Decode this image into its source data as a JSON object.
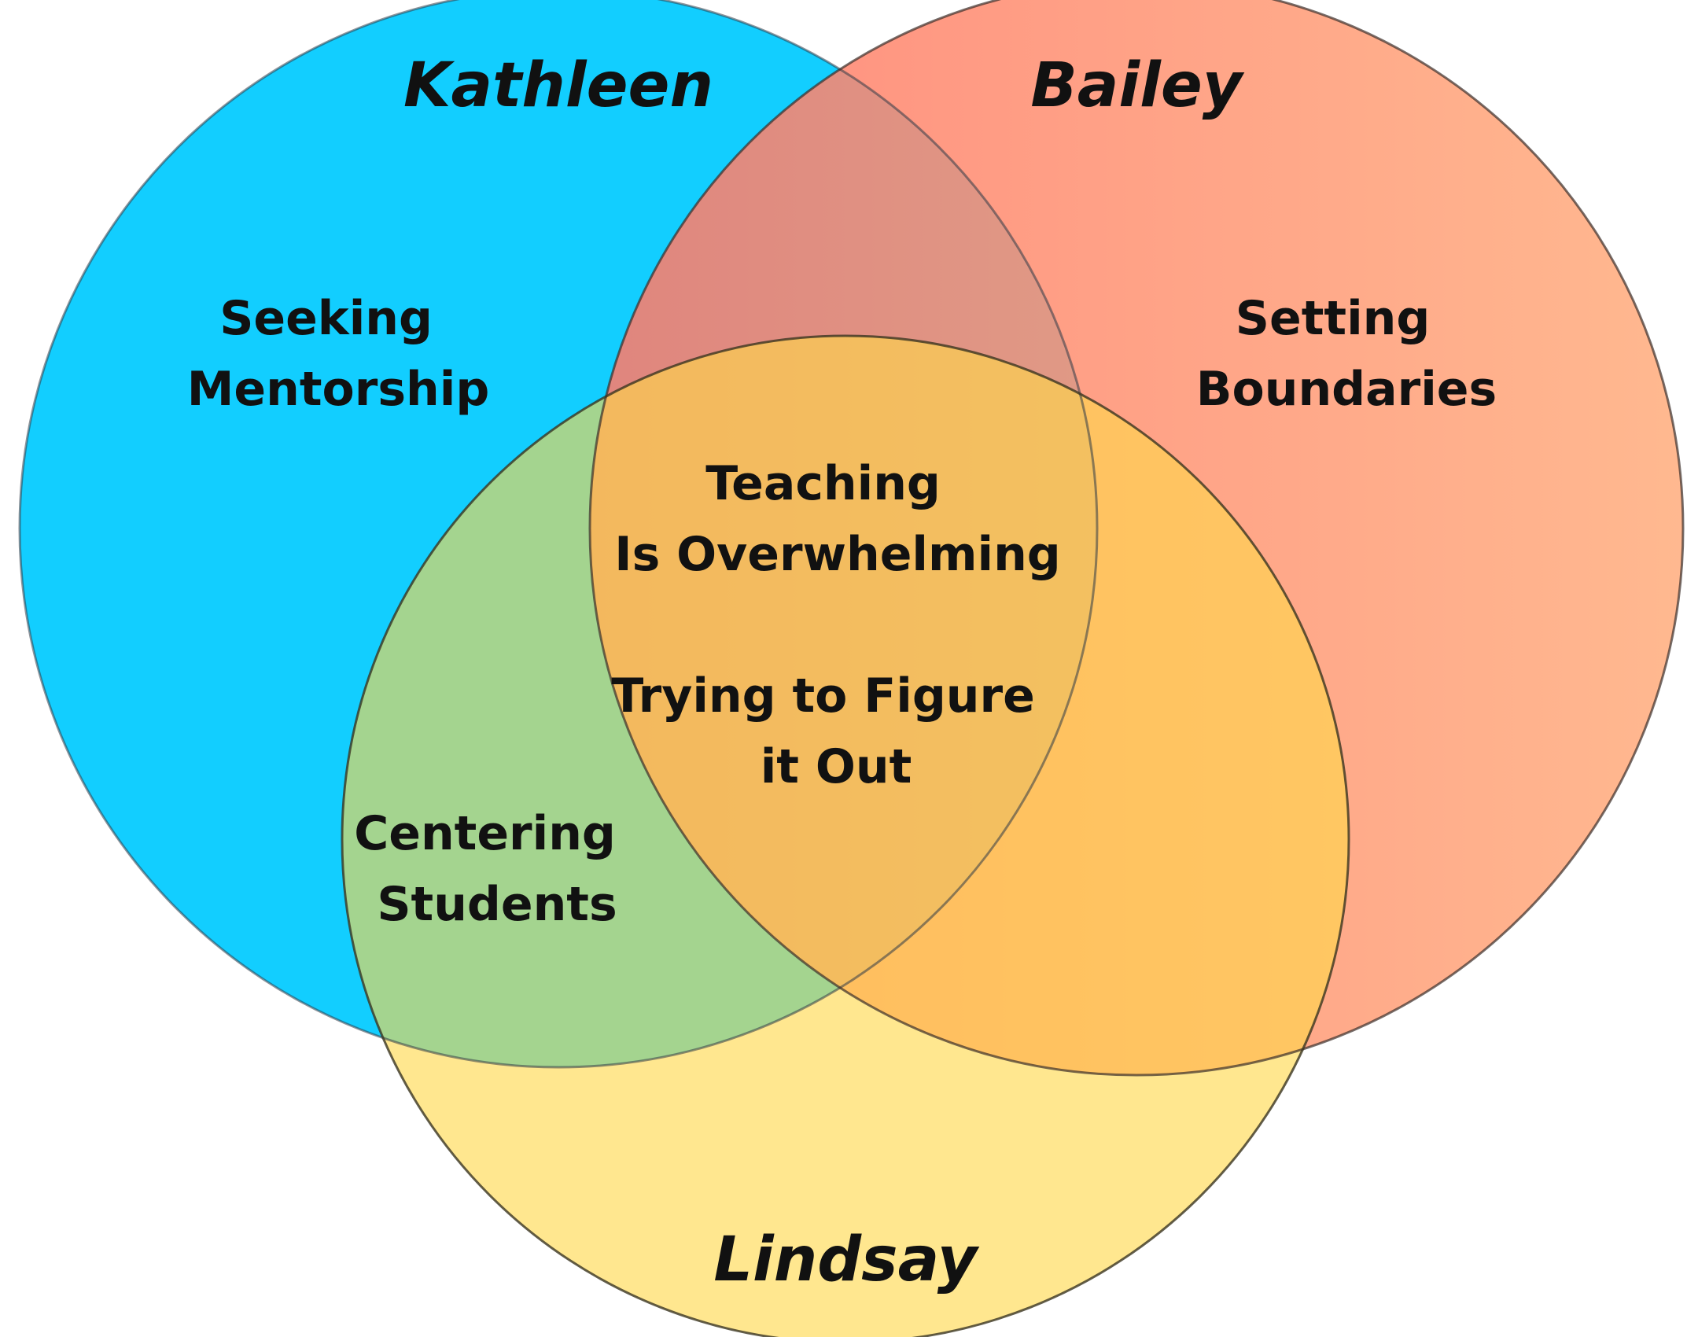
{
  "sets": [
    {
      "id": "kathleen",
      "name": "Kathleen",
      "color": "#12ceff",
      "stroke": "#2f3b47"
    },
    {
      "id": "bailey",
      "name": "Bailey",
      "gradient": [
        "#ff7a6a",
        "#ffae7f"
      ],
      "stroke": "#3a2d2a"
    },
    {
      "id": "lindsay",
      "name": "Lindsay",
      "color": "#ffd84a",
      "stroke": "#3a3520"
    }
  ],
  "regions": {
    "kathleen_only": {
      "lines": [
        "Seeking",
        "Mentorship"
      ]
    },
    "bailey_only": {
      "lines": [
        "Setting",
        "Boundaries"
      ]
    },
    "kathleen_lindsay": {
      "lines": [
        "Centering",
        "Students"
      ]
    },
    "all_three_a": {
      "lines": [
        "Teaching",
        "Is Overwhelming"
      ]
    },
    "all_three_b": {
      "lines": [
        "Trying to Figure",
        "it Out"
      ]
    }
  }
}
